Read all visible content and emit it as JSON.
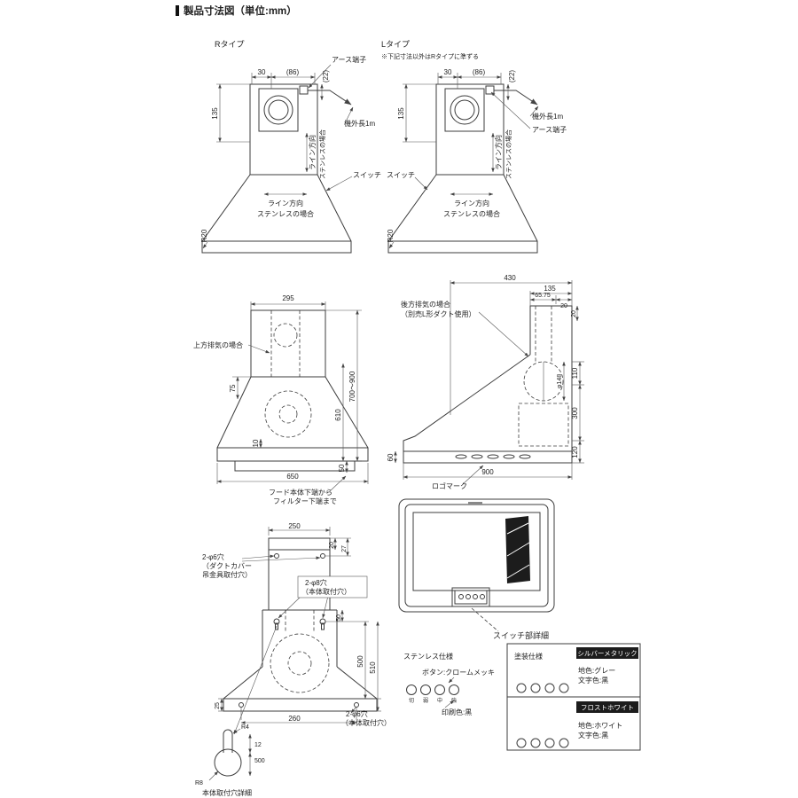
{
  "page": {
    "title": "製品寸法図（単位:mm）"
  },
  "r_type": {
    "label": "Rタイプ",
    "dim_30": "30",
    "dim_86": "(86)",
    "dim_22": "(22)",
    "dim_135": "135",
    "earth_terminal": "アース端子",
    "cord_length": "機外長1m",
    "switch_label": "スイッチ",
    "line_dir_side": "ライン方向",
    "line_dir_side_sub": "ステンレスの場合",
    "line_dir_front": "ライン方向",
    "line_dir_front_sub": "ステンレスの場合",
    "corner_r": "R20"
  },
  "l_type": {
    "label": "Lタイプ",
    "note": "※下記寸法以外はRタイプに準ずる",
    "dim_30": "30",
    "dim_86": "(86)",
    "dim_22": "(22)",
    "dim_135": "135",
    "earth_terminal": "アース端子",
    "cord_length": "機外長1m",
    "switch_label": "スイッチ",
    "line_dir_side": "ライン方向",
    "line_dir_side_sub": "ステンレスの場合",
    "line_dir_front": "ライン方向",
    "line_dir_front_sub": "ステンレスの場合",
    "corner_r": "R20"
  },
  "upper_exhaust_view": {
    "dim_295": "295",
    "label_upper_exhaust": "上方排気の場合",
    "dim_75": "75",
    "dim_height_range": "700〜900",
    "dim_610": "610",
    "dim_10": "10",
    "dim_50": "50",
    "dim_650": "650",
    "note_line1": "フード本体下端から",
    "note_line2": "フィルター下端まで"
  },
  "rear_exhaust_view": {
    "dim_430": "430",
    "dim_135": "135",
    "dim_65_75": "65.75",
    "dim_20_a": "20",
    "dim_20_b": "20",
    "label_line1": "後方排気の場合",
    "label_line2": "（別売L形ダクト使用）",
    "dim_duct": "φ148",
    "dim_110": "110",
    "dim_300": "300",
    "dim_120": "120",
    "dim_60": "60",
    "dim_900": "900",
    "logo_label": "ロゴマーク"
  },
  "mounting_view": {
    "dim_250": "250",
    "dim_20": "20",
    "dim_27": "27",
    "duct_holes_line1": "2-φ6穴",
    "duct_holes_line2": "（ダクトカバー",
    "duct_holes_line3": "吊金具取付穴）",
    "body_holes8_line1": "2-φ8穴",
    "body_holes8_line2": "（本体取付穴）",
    "dim_50": "50",
    "dim_500": "500",
    "dim_510": "510",
    "dim_25": "25",
    "dim_260": "260",
    "body_holes6_line1": "2-φ6穴",
    "body_holes6_line2": "（本体取付穴）",
    "detail_r4": "R4",
    "detail_12": "12",
    "detail_500": "500",
    "detail_r8": "R8",
    "detail_title": "本体取付穴詳細"
  },
  "switch_detail": {
    "title": "スイッチ部詳細",
    "stainless_title": "ステンレス仕様",
    "stainless_button_note": "ボタン:クロームメッキ",
    "stainless_print_note": "印刷色:黒",
    "buttons": [
      "切",
      "弱",
      "中",
      "強"
    ],
    "painted_title": "塗装仕様",
    "silver_name": "シルバーメタリック",
    "silver_base": "地色:グレー",
    "silver_text": "文字色:黒",
    "frost_name": "フロストホワイト",
    "frost_base": "地色:ホワイト",
    "frost_text": "文字色:黒"
  }
}
